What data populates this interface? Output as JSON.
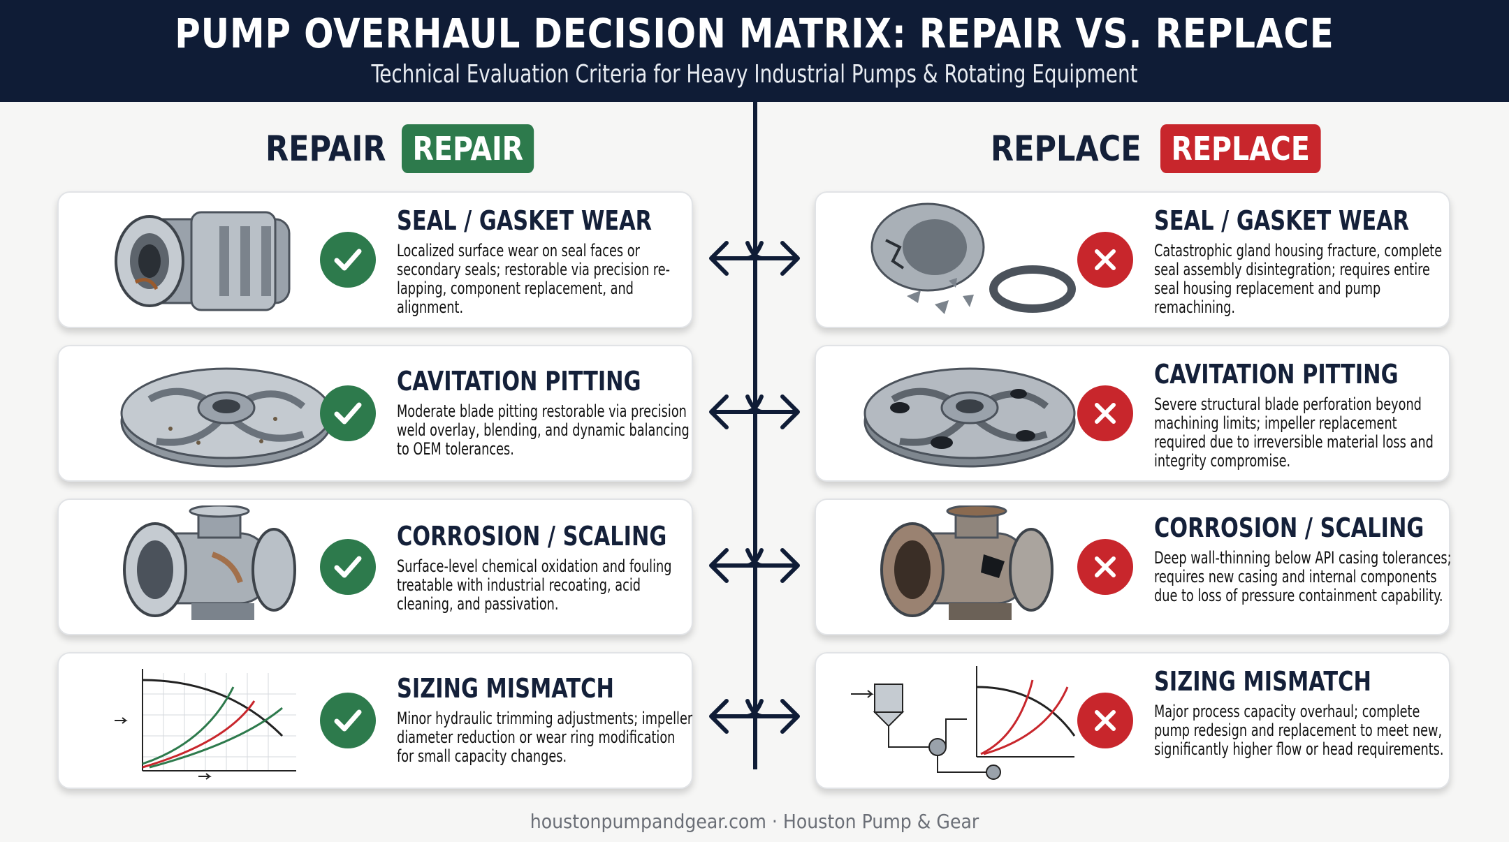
{
  "header": {
    "title": "PUMP OVERHAUL DECISION MATRIX: REPAIR VS. REPLACE",
    "subtitle": "Technical Evaluation Criteria for Heavy Industrial Pumps & Rotating Equipment"
  },
  "repair": {
    "heading": "REPAIR",
    "pill": "REPAIR",
    "cards": [
      {
        "title": "SEAL / GASKET WEAR",
        "desc": "Localized surface wear on seal faces or secondary seals; restorable via precision re-lapping, component replacement, and alignment.",
        "icon": "seal-assembly-icon"
      },
      {
        "title": "CAVITATION PITTING",
        "desc": "Moderate blade pitting restorable via precision weld overlay, blending, and dynamic balancing to OEM tolerances.",
        "icon": "impeller-icon"
      },
      {
        "title": "CORROSION / SCALING",
        "desc": "Surface-level chemical oxidation and fouling treatable with industrial recoating, acid cleaning, and passivation.",
        "icon": "pump-casing-icon"
      },
      {
        "title": "SIZING MISMATCH",
        "desc": "Minor hydraulic trimming adjustments; impeller diameter reduction or wear ring modification for small capacity changes.",
        "icon": "pump-curve-chart-icon"
      }
    ]
  },
  "replace": {
    "heading": "REPLACE",
    "pill": "REPLACE",
    "cards": [
      {
        "title": "SEAL / GASKET WEAR",
        "desc": "Catastrophic gland housing fracture, complete seal assembly disintegration; requires entire seal housing replacement and pump remachining.",
        "icon": "fractured-seal-icon"
      },
      {
        "title": "CAVITATION PITTING",
        "desc": "Severe structural blade perforation beyond machining limits; impeller replacement required due to irreversible material loss and integrity compromise.",
        "icon": "perforated-impeller-icon"
      },
      {
        "title": "CORROSION / SCALING",
        "desc": "Deep wall-thinning below API casing tolerances; requires new casing and internal components due to loss of pressure containment capability.",
        "icon": "corroded-casing-icon"
      },
      {
        "title": "SIZING MISMATCH",
        "desc": "Major process capacity overhaul; complete pump redesign and replacement to meet new, significantly higher flow or head requirements.",
        "icon": "process-diagram-icon"
      }
    ]
  },
  "footer": "houstonpumpandgear.com · Houston Pump & Gear",
  "colors": {
    "navy": "#0f1c36",
    "green": "#2d7a4c",
    "red": "#c8262c"
  }
}
